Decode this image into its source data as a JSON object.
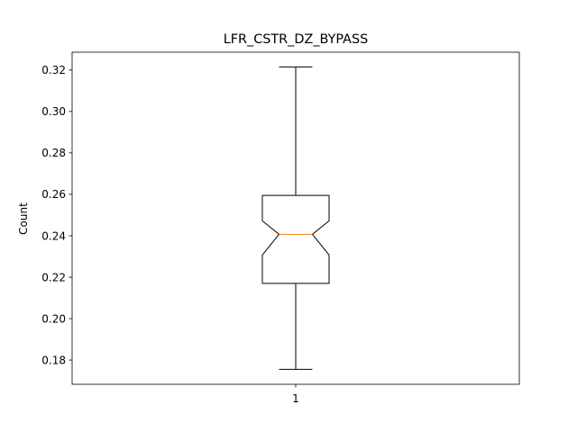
{
  "chart_data": {
    "type": "box",
    "title": "LFR_CSTR_DZ_BYPASS",
    "xlabel": "",
    "ylabel": "Count",
    "categories": [
      "1"
    ],
    "ylim": [
      0.1683,
      0.3286
    ],
    "yticks": [
      0.18,
      0.2,
      0.22,
      0.24,
      0.26,
      0.28,
      0.3,
      0.32
    ],
    "ytick_labels": [
      "0.18",
      "0.20",
      "0.22",
      "0.24",
      "0.26",
      "0.28",
      "0.30",
      "0.32"
    ],
    "notched": true,
    "grid": false,
    "series": [
      {
        "whisker_low": 0.1755,
        "q1": 0.217,
        "notch_low": 0.2307,
        "median": 0.2407,
        "notch_high": 0.2472,
        "q3": 0.2595,
        "whisker_high": 0.3215
      }
    ],
    "colors": {
      "box": "#000000",
      "median": "#ff7f0e"
    }
  }
}
